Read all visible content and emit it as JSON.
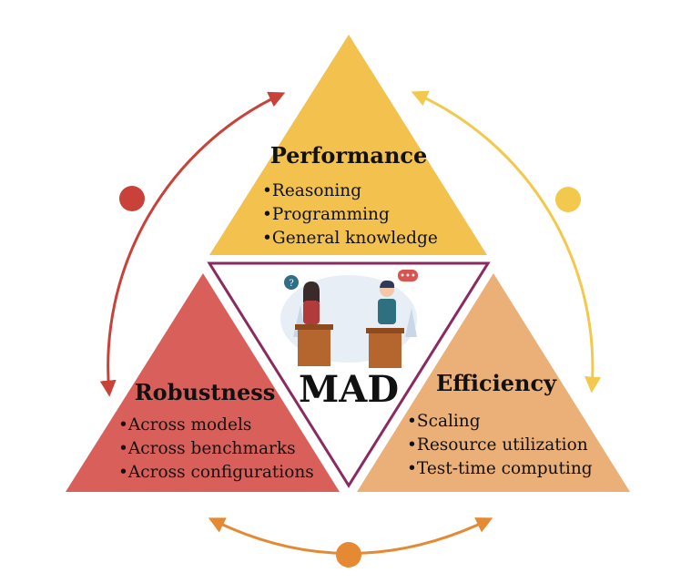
{
  "center": {
    "label": "MAD"
  },
  "performance": {
    "title": "Performance",
    "items": [
      "•Reasoning",
      "•Programming",
      "•General knowledge"
    ],
    "color": "#F2C14E"
  },
  "robustness": {
    "title": "Robustness",
    "items": [
      "•Across models",
      "•Across benchmarks",
      "•Across configurations"
    ],
    "color": "#D9605A"
  },
  "efficiency": {
    "title": "Efficiency",
    "items": [
      "•Scaling",
      "•Resource utilization",
      "•Test-time computing"
    ],
    "color": "#EBB078"
  },
  "arrow_colors": {
    "left": "#C9423A",
    "right": "#F2C94C",
    "bottom": "#E58A33"
  },
  "center_border_color": "#8B2A5E"
}
